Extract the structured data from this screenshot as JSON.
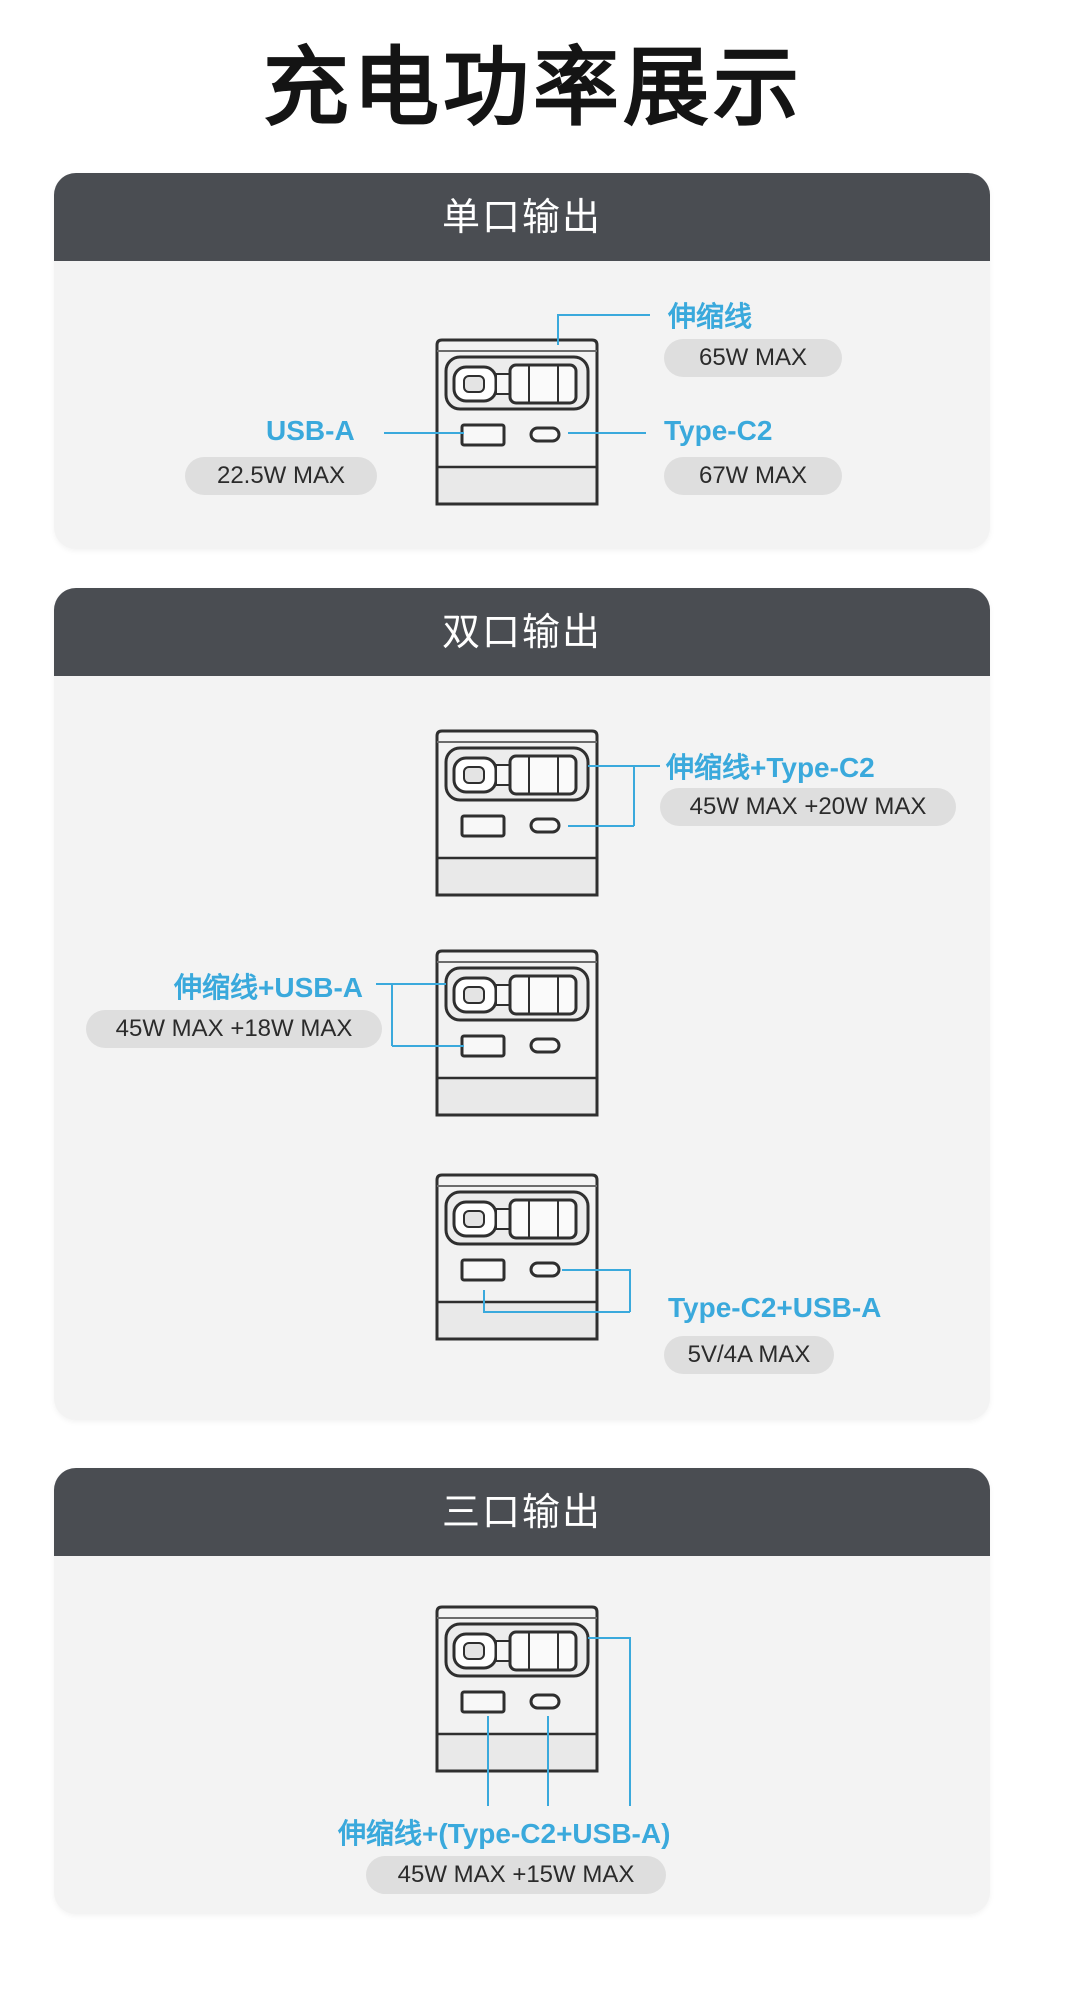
{
  "page": {
    "title": "充电功率展示"
  },
  "sections": [
    {
      "header": "单口输出",
      "labels": [
        {
          "name": "伸缩线",
          "value": "65W MAX"
        },
        {
          "name": "USB-A",
          "value": "22.5W MAX"
        },
        {
          "name": "Type-C2",
          "value": "67W MAX"
        }
      ]
    },
    {
      "header": "双口输出",
      "labels": [
        {
          "name": "伸缩线+Type-C2",
          "value": "45W MAX +20W MAX"
        },
        {
          "name": "伸缩线+USB-A",
          "value": "45W MAX +18W MAX"
        },
        {
          "name": "Type-C2+USB-A",
          "value": "5V/4A MAX"
        }
      ]
    },
    {
      "header": "三口输出",
      "labels": [
        {
          "name": "伸缩线+(Type-C2+USB-A)",
          "value": "45W MAX +15W MAX"
        }
      ]
    }
  ],
  "colors": {
    "accent": "#3aa9dc",
    "header_bg": "#4a4d52",
    "panel_bg": "#f3f3f3",
    "pill_bg": "#dedede"
  }
}
